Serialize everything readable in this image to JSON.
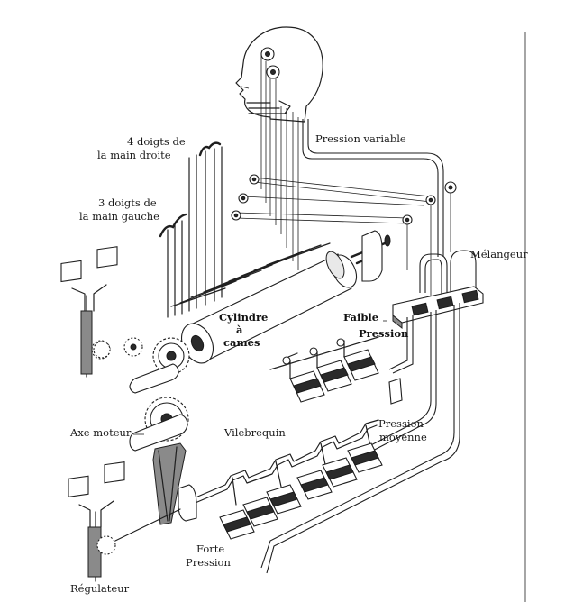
{
  "labels": {
    "main_droite": [
      "4 doigts de",
      "la main droite"
    ],
    "main_gauche": [
      "3 doigts de",
      "la main gauche"
    ],
    "pression_variable": "Pression variable",
    "melangeur": "Mélangeur",
    "cylindre": [
      "Cylindre",
      "à",
      "cames"
    ],
    "faible_pression": [
      "Faible",
      "Pression"
    ],
    "axe_moteur": "Axe moteur",
    "vilebrequin": "Vilebrequin",
    "pression_moyenne": [
      "Pression",
      "moyenne"
    ],
    "forte_pression": [
      "Forte",
      "Pression"
    ],
    "regulateur": "Régulateur"
  },
  "colors": {
    "ink": "#1f1f1f",
    "background": "#ffffff"
  }
}
